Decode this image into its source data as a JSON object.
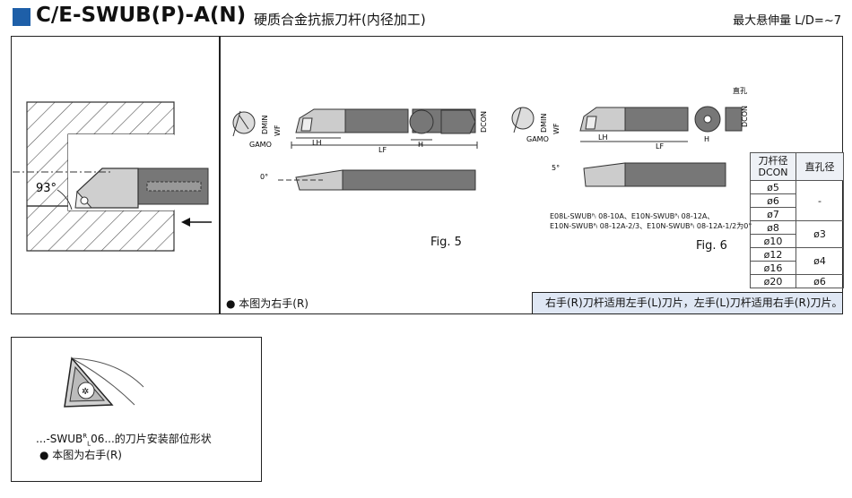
{
  "header": {
    "code": "C/E-SWUB(P)-A(N)",
    "name": "硬质合金抗振刀杆(内径加工)",
    "max_overhang": "最大悬伸量 L/D=~7"
  },
  "left_drawing": {
    "angle": "93°"
  },
  "fig5": {
    "label": "Fig. 5",
    "dims": [
      "DMIN",
      "WF",
      "GAMO",
      "LH",
      "LF",
      "H",
      "DCON"
    ],
    "angle": "0°"
  },
  "fig6": {
    "label": "Fig. 6",
    "dims": [
      "DMIN",
      "WF",
      "GAMO",
      "LH",
      "LF",
      "H",
      "DCON"
    ],
    "hole_label": "直孔",
    "angle": "5°",
    "note_line1": "E08L-SWUBᴿₗ 08-10A、E10N-SWUBᴿₗ 08-12A、",
    "note_line2": "E10N-SWUBᴿₗ 08-12A-2/3、E10N-SWUBᴿₗ 08-12A-1/2为0°"
  },
  "right_hand_note": "● 本图为右手(R)",
  "banner": "右手(R)刀杆适用左手(L)刀片，左手(L)刀杆适用右手(R)刀片。",
  "spec_table": {
    "headers": [
      "刀杆径\nDCON",
      "直孔径"
    ],
    "rows": [
      {
        "dcon": "ø5",
        "hole": "-"
      },
      {
        "dcon": "ø6",
        "hole": ""
      },
      {
        "dcon": "ø7",
        "hole": ""
      },
      {
        "dcon": "ø8",
        "hole": "ø3"
      },
      {
        "dcon": "ø10",
        "hole": ""
      },
      {
        "dcon": "ø12",
        "hole": "ø4"
      },
      {
        "dcon": "ø16",
        "hole": ""
      },
      {
        "dcon": "ø20",
        "hole": "ø6"
      }
    ]
  },
  "insert_box": {
    "caption_pre": "...-SWUB",
    "caption_sup": "R",
    "caption_sub": "L",
    "caption_post": "06...的刀片安装部位形状",
    "note": "● 本图为右手(R)"
  }
}
